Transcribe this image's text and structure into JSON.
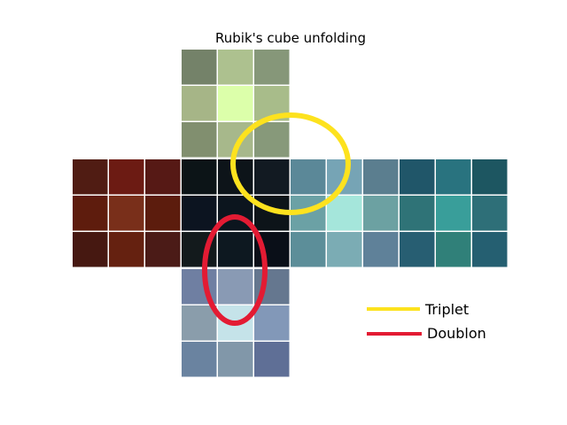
{
  "title": "Rubik's cube unfolding",
  "faces": [
    {
      "name": "top",
      "colors": [
        [
          "#748269",
          "#adc18f",
          "#869779"
        ],
        [
          "#a6b587",
          "#dcffaa",
          "#a8bc8a"
        ],
        [
          "#818f6f",
          "#a7b88b",
          "#87997a"
        ]
      ]
    },
    {
      "name": "left",
      "colors": [
        [
          "#501c13",
          "#6c1b13",
          "#561915"
        ],
        [
          "#5e1c0d",
          "#792f1a",
          "#5c1c0d"
        ],
        [
          "#461811",
          "#652110",
          "#4b1b17"
        ]
      ]
    },
    {
      "name": "front",
      "colors": [
        [
          "#0c1417",
          "#0d1419",
          "#121a22"
        ],
        [
          "#0c1420",
          "#0c151e",
          "#0d1419"
        ],
        [
          "#131a1c",
          "#0d1820",
          "#0a0f18"
        ]
      ]
    },
    {
      "name": "right",
      "colors": [
        [
          "#5b8898",
          "#76a4b5",
          "#5b7e8f"
        ],
        [
          "#6ba1a5",
          "#a5e6db",
          "#6ca1a2"
        ],
        [
          "#5c8e99",
          "#7bacb4",
          "#5f8199"
        ]
      ]
    },
    {
      "name": "back",
      "colors": [
        [
          "#205669",
          "#29737f",
          "#1d5661"
        ],
        [
          "#2f7377",
          "#399e9a",
          "#2e6f78"
        ],
        [
          "#275e72",
          "#308079",
          "#255f71"
        ]
      ]
    },
    {
      "name": "bottom",
      "colors": [
        [
          "#6f7fa2",
          "#899ab4",
          "#65778f"
        ],
        [
          "#8a9dab",
          "#c5e3e9",
          "#8298b8"
        ],
        [
          "#6a83a0",
          "#8197a9",
          "#5f6f96"
        ]
      ]
    }
  ],
  "annotations": [
    {
      "name": "triplet-ellipse",
      "label": "Triplet",
      "color": "#fde21e"
    },
    {
      "name": "doublon-ellipse",
      "label": "Doublon",
      "color": "#e31b33"
    }
  ],
  "legend": [
    {
      "label": "Triplet",
      "color": "#fde21e"
    },
    {
      "label": "Doublon",
      "color": "#e31b33"
    }
  ]
}
